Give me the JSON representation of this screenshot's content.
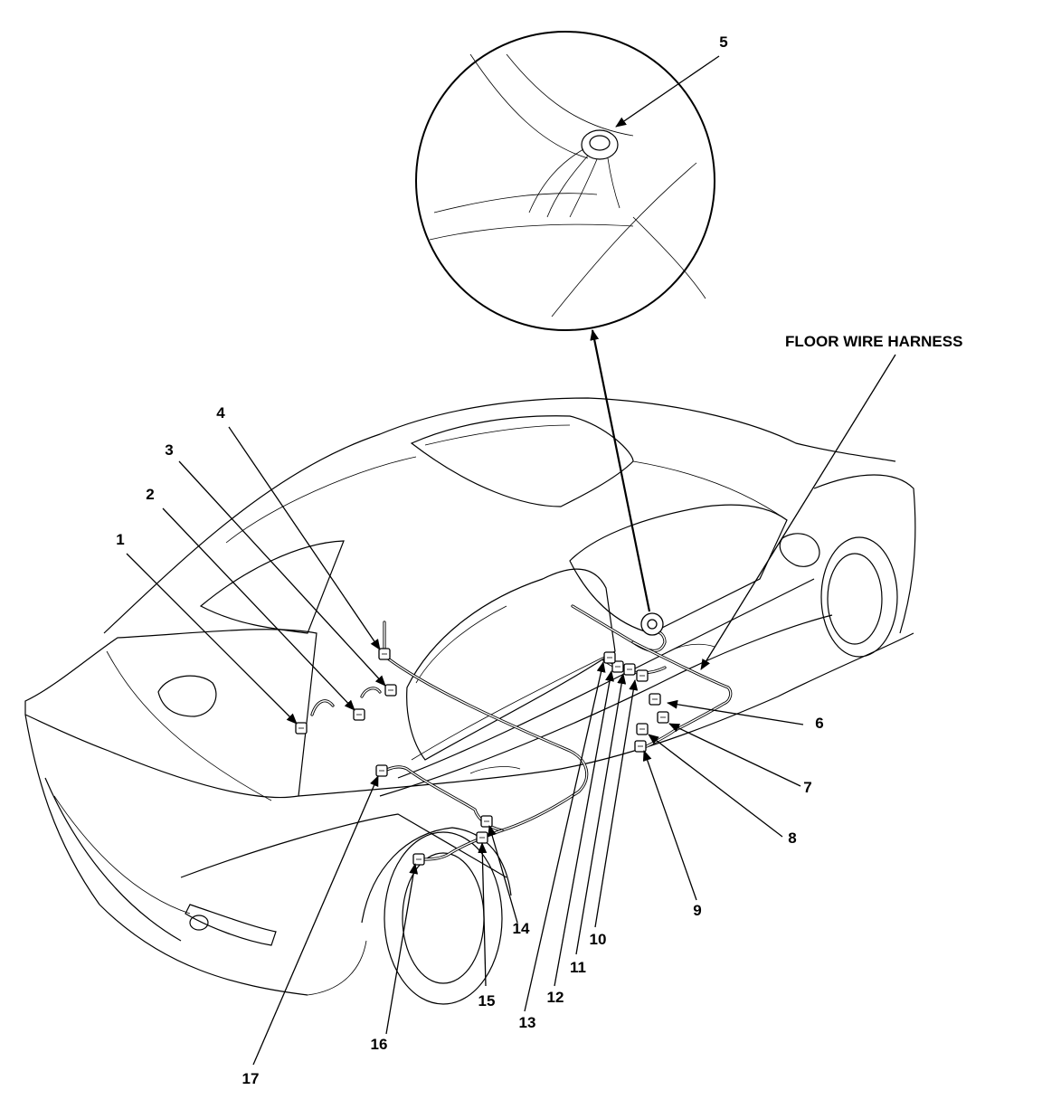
{
  "diagram": {
    "harness_label": "FLOOR WIRE HARNESS",
    "callouts": [
      "1",
      "2",
      "3",
      "4",
      "5",
      "6",
      "7",
      "8",
      "9",
      "10",
      "11",
      "12",
      "13",
      "14",
      "15",
      "16",
      "17"
    ]
  }
}
